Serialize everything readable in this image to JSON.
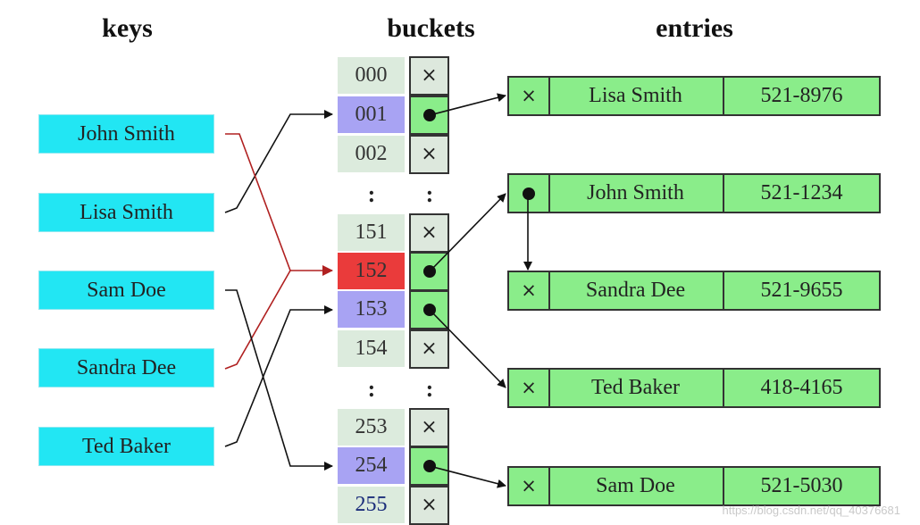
{
  "headers": {
    "keys": "keys",
    "buckets": "buckets",
    "entries": "entries"
  },
  "keys": [
    "John Smith",
    "Lisa Smith",
    "Sam Doe",
    "Sandra Dee",
    "Ted Baker"
  ],
  "buckets": {
    "group1": [
      "000",
      "001",
      "002"
    ],
    "group2": [
      "151",
      "152",
      "153",
      "154"
    ],
    "group3": [
      "253",
      "254",
      "255"
    ],
    "ellipsis": ":",
    "empty_slot": "×"
  },
  "entries": [
    {
      "next": "×",
      "name": "Lisa Smith",
      "number": "521-8976"
    },
    {
      "next": "",
      "name": "John Smith",
      "number": "521-1234"
    },
    {
      "next": "×",
      "name": "Sandra Dee",
      "number": "521-9655"
    },
    {
      "next": "×",
      "name": "Ted Baker",
      "number": "418-4165"
    },
    {
      "next": "×",
      "name": "Sam Doe",
      "number": "521-5030"
    }
  ],
  "colors": {
    "key": "#22e6f3",
    "bucket_index": "#dcebdd",
    "bucket_highlight": "#a8a3f3",
    "bucket_collision": "#ea3b3b",
    "entry": "#8aed8a",
    "collision_line": "#b02020"
  },
  "watermark": "https://blog.csdn.net/qq_40376681"
}
